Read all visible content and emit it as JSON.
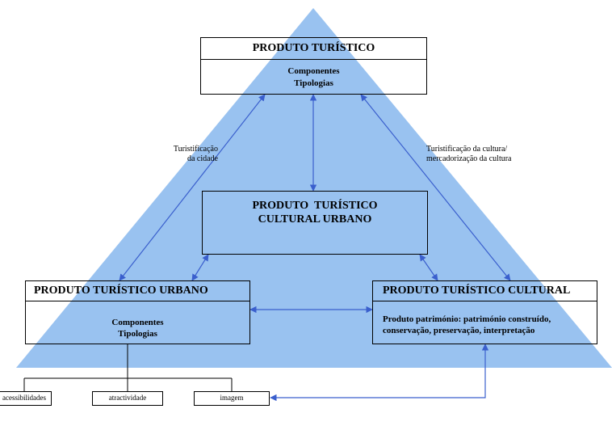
{
  "colors": {
    "triangle": "#99c2f0",
    "arrow": "#3a5fcd",
    "border": "#000000"
  },
  "top_box": {
    "title": "PRODUTO TURÍSTICO",
    "line1": "Componentes",
    "line2": "Tipologias"
  },
  "center_box": {
    "line1": "PRODUTO  TURÍSTICO",
    "line2": "CULTURAL URBANO"
  },
  "left_box": {
    "title": "PRODUTO TURÍSTICO URBANO",
    "line1": "Componentes",
    "line2": "Tipologias"
  },
  "right_box": {
    "title": "PRODUTO TURÍSTICO CULTURAL",
    "line1": "Produto património: património construído,",
    "line2": "conservação, preservação, interpretação"
  },
  "labels": {
    "left_line1": "Turistificação",
    "left_line2": "da cidade",
    "right_line1": "Turistificação da cultura/",
    "right_line2": "mercadorização da cultura"
  },
  "sub_items": [
    "acessibilidades",
    "atractividade",
    "imagem"
  ]
}
